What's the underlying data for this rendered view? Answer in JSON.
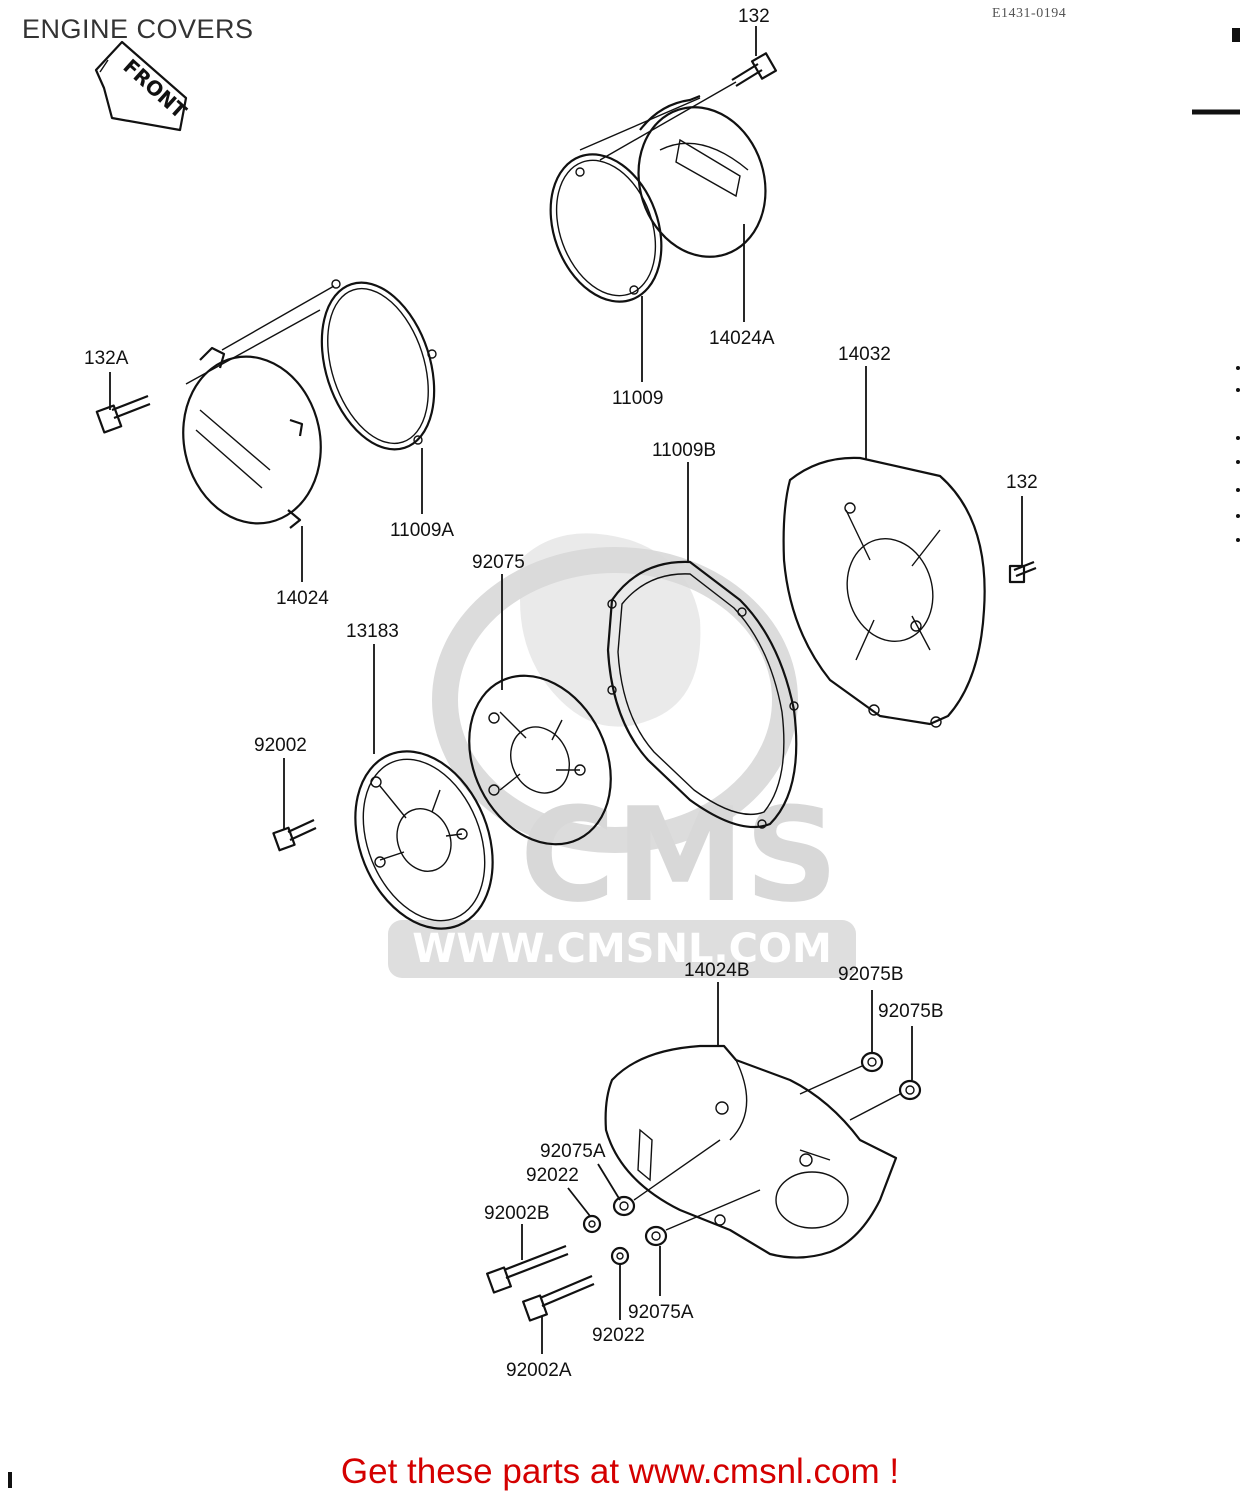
{
  "header": {
    "title": "ENGINE COVERS",
    "diagram_code": "E1431-0194"
  },
  "front_arrow": {
    "label": "FRONT"
  },
  "watermark": {
    "brand": "CMS",
    "url": "WWW.CMSNL.COM"
  },
  "part_labels": [
    "132",
    "14024A",
    "11009",
    "132A",
    "11009A",
    "14024",
    "14032",
    "11009B",
    "132",
    "92075",
    "13183",
    "92002",
    "14024B",
    "92075B",
    "92075B",
    "92075A",
    "92022",
    "92002B",
    "92075A",
    "92022",
    "92002A"
  ],
  "footer": {
    "text": "Get these parts at www.cmsnl.com !"
  }
}
